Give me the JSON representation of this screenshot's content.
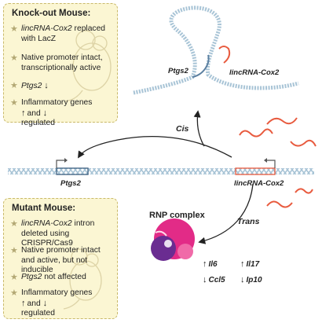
{
  "knockout": {
    "title": "Knock-out Mouse:",
    "line1_italic": "lincRNA-Cox2",
    "line1_rest": " replaced with LacZ",
    "line2": "Native promoter intact, transcriptionally active",
    "line3_italic": "Ptgs2",
    "line4_a": "Inflammatory genes",
    "line4_b": "and",
    "line4_c": "regulated"
  },
  "mutant": {
    "title": "Mutant Mouse:",
    "line1_italic": "lincRNA-Cox2",
    "line1_rest": " intron deleted using CRISPR/Cas9",
    "line2": "Native promoter intact and active, but not inducible",
    "line3_italic": "Ptgs2",
    "line3_rest": " not affected",
    "line4_a": "Inflammatory genes",
    "line4_b": "and",
    "line4_c": "regulated"
  },
  "genes": {
    "ptgs2_top": "Ptgs2",
    "linc_top": "lincRNA-Cox2",
    "ptgs2_bottom": "Ptgs2",
    "linc_bottom": "lincRNA-Cox2"
  },
  "labels": {
    "cis": "Cis",
    "trans": "Trans",
    "rnp": "RNP complex"
  },
  "effects": {
    "il6": "Il6",
    "il17": "Il17",
    "ccl5": "Ccl5",
    "ip10": "Ip10"
  },
  "colors": {
    "panel_fill": "#fbf6d3",
    "dna_blue": "#a8c4d6",
    "rna_red": "#e85b3f",
    "rnp_pink": "#e0197d",
    "rnp_purple": "#6a2c91"
  }
}
